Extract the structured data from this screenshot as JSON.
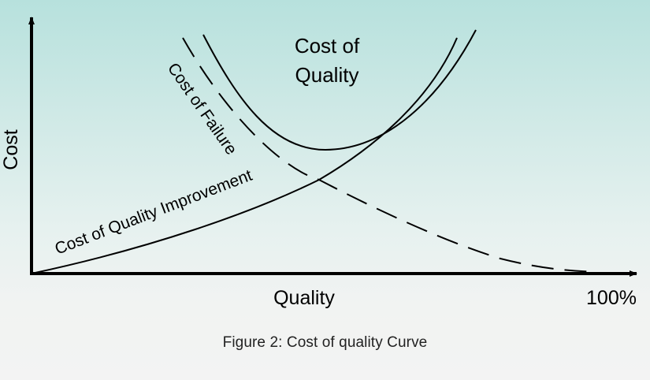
{
  "diagram": {
    "y_axis_label": "Cost",
    "x_axis_label": "Quality",
    "x_axis_end_label": "100%",
    "curve_total_label_line1": "Cost of",
    "curve_total_label_line2": "Quality",
    "curve_failure_label": "Cost of Failure",
    "curve_improvement_label": "Cost of Quality Improvement"
  },
  "caption": "Figure 2: Cost of quality Curve"
}
